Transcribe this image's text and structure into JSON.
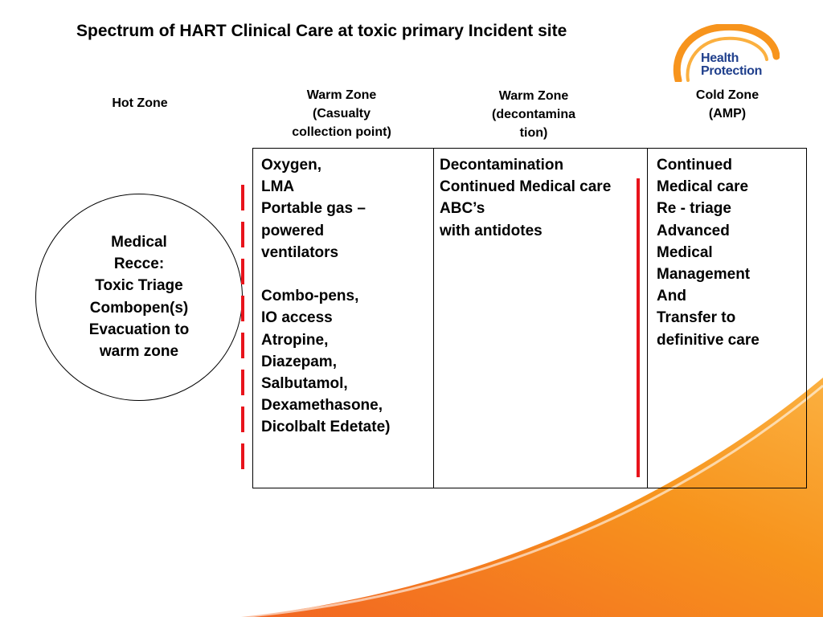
{
  "title": "Spectrum of HART Clinical Care at toxic primary Incident site",
  "logo": {
    "line1": "Health",
    "line2": "Protection"
  },
  "zones": {
    "hot": [
      "Hot Zone"
    ],
    "warm_casualty": [
      "Warm Zone",
      "(Casualty",
      "collection point)"
    ],
    "warm_decon": [
      "Warm Zone",
      "(decontamina",
      "tion)"
    ],
    "cold": [
      "Cold Zone",
      "(AMP)"
    ]
  },
  "circle": {
    "lines": [
      "Medical",
      "Recce:",
      "Toxic Triage",
      "Combopen(s)",
      "Evacuation to",
      "warm zone"
    ]
  },
  "columns": {
    "casualty": [
      "Oxygen,",
      "LMA",
      "Portable gas –",
      "powered",
      "ventilators",
      "",
      "Combo-pens,",
      "IO access",
      "Atropine,",
      "Diazepam,",
      "Salbutamol,",
      "Dexamethasone,",
      "Dicolbalt  Edetate)"
    ],
    "decon": [
      "Decontamination",
      "Continued Medical care",
      "ABC’s",
      "with antidotes"
    ],
    "cold": [
      "Continued",
      "Medical care",
      "Re - triage",
      "Advanced",
      "Medical",
      "Management",
      "And",
      "Transfer to",
      "definitive care"
    ]
  },
  "colors": {
    "boundary_line": "#e8131b",
    "logo_orange": "#f7941d",
    "logo_text": "#1f3f8c",
    "swoosh_orange": "#f58220"
  }
}
